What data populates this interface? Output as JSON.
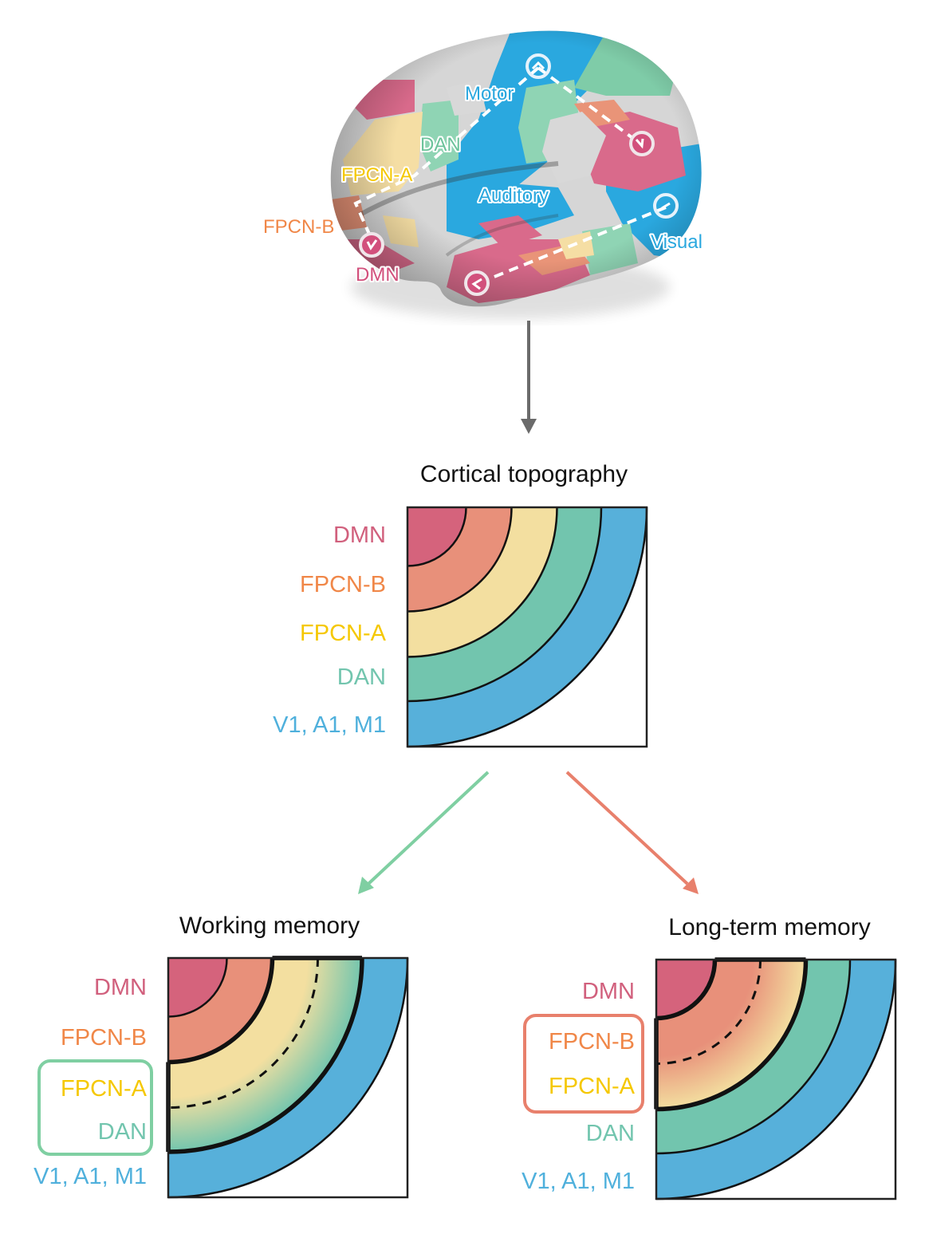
{
  "figure": {
    "brain": {
      "labels": {
        "motor": "Motor",
        "dan": "DAN",
        "fpcn_a": "FPCN-A",
        "fpcn_b": "FPCN-B",
        "dmn": "DMN",
        "auditory": "Auditory",
        "visual": "Visual"
      }
    },
    "panels": {
      "cortical": {
        "title": "Cortical topography",
        "labels": [
          "DMN",
          "FPCN-B",
          "FPCN-A",
          "DAN",
          "V1, A1, M1"
        ]
      },
      "working_memory": {
        "title": "Working memory",
        "labels": [
          "DMN",
          "FPCN-B",
          "FPCN-A",
          "DAN",
          "V1, A1, M1"
        ],
        "highlighted": [
          "FPCN-A",
          "DAN"
        ]
      },
      "long_term_memory": {
        "title": "Long-term memory",
        "labels": [
          "DMN",
          "FPCN-B",
          "FPCN-A",
          "DAN",
          "V1, A1, M1"
        ],
        "highlighted": [
          "FPCN-B",
          "FPCN-A"
        ]
      }
    },
    "network_colors": {
      "DMN": "#d5637c",
      "FPCN-B": "#e8907a",
      "FPCN-A": "#f3dfa0",
      "DAN": "#72c5ae",
      "V1, A1, M1": "#57b0da"
    },
    "label_colors": {
      "DMN": "#d1607d",
      "FPCN-B": "#f08748",
      "FPCN-A": "#f5c800",
      "DAN": "#72c5ae",
      "V1, A1, M1": "#4fb0dc"
    },
    "arrow_colors": {
      "down": "#6b6b6b",
      "working_memory": "#7fcfa2",
      "long_term_memory": "#e8806c"
    }
  }
}
